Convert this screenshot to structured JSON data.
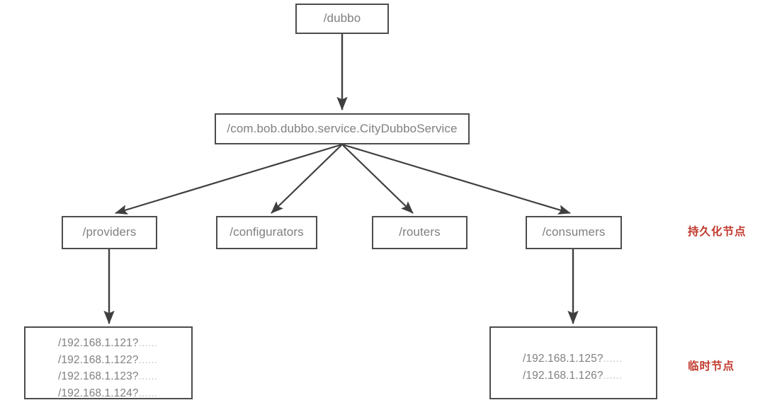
{
  "diagram": {
    "type": "tree",
    "title": "Dubbo ZooKeeper registry node structure",
    "background": "#ffffff",
    "box_border_color": "#4d4d4d",
    "box_text_color": "#808080",
    "edge_color": "#3f3f3f",
    "accent_color": "#c0392b",
    "nodes": {
      "root": {
        "label": "/dubbo"
      },
      "service": {
        "label": "/com.bob.dubbo.service.CityDubboService"
      },
      "providers": {
        "label": "/providers"
      },
      "configurators": {
        "label": "/configurators"
      },
      "routers": {
        "label": "/routers"
      },
      "consumers": {
        "label": "/consumers"
      }
    },
    "provider_instances": {
      "rows": [
        {
          "address": "/192.168.1.121?",
          "suffix": "......"
        },
        {
          "address": "/192.168.1.122?",
          "suffix": "......"
        },
        {
          "address": "/192.168.1.123?",
          "suffix": "......"
        },
        {
          "address": "/192.168.1.124?",
          "suffix": "......"
        }
      ]
    },
    "consumer_instances": {
      "rows": [
        {
          "address": "/192.168.1.125?",
          "suffix": "......"
        },
        {
          "address": "/192.168.1.126?",
          "suffix": "......"
        }
      ]
    },
    "annotations": {
      "persistent": "持久化节点",
      "ephemeral": "临时节点"
    },
    "edges": [
      {
        "from": "root",
        "to": "service"
      },
      {
        "from": "service",
        "to": "providers"
      },
      {
        "from": "service",
        "to": "configurators"
      },
      {
        "from": "service",
        "to": "routers"
      },
      {
        "from": "service",
        "to": "consumers"
      },
      {
        "from": "providers",
        "to": "provider_instances"
      },
      {
        "from": "consumers",
        "to": "consumer_instances"
      }
    ]
  }
}
